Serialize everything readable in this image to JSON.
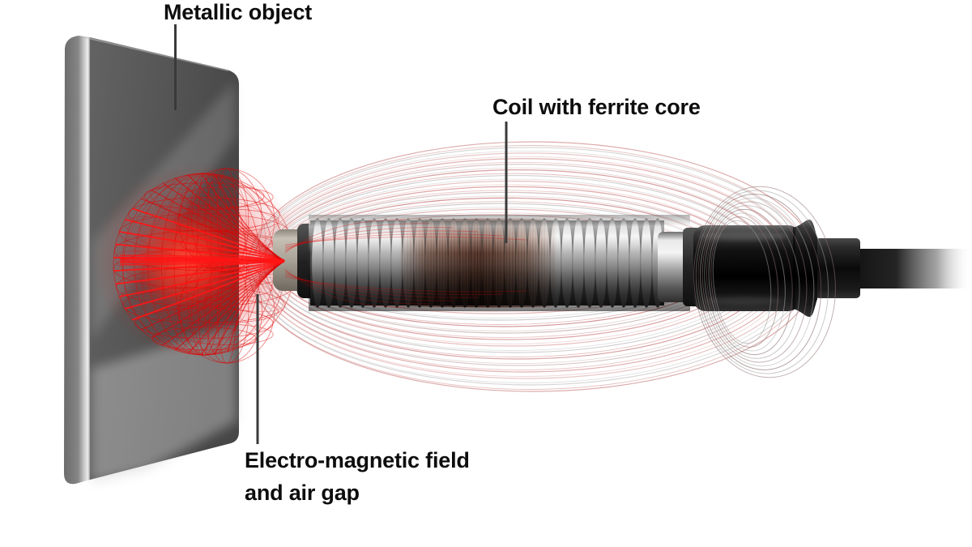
{
  "title": "Inductive proximity sensor electromagnetic field diagram",
  "labels": {
    "metallic_object": "Metallic object",
    "coil": "Coil with ferrite core",
    "field_line1": "Electro-magnetic field",
    "field_line2": "and air gap"
  },
  "colors": {
    "background": "#ffffff",
    "label_text": "#0d0d0d",
    "leader_line": "#3a3a3a",
    "field_red_bright": "#ff1414",
    "field_red": "#e00000",
    "glow_red": "#ff2010",
    "coil_copper": "#7a4026",
    "coil_copper_light": "#a86a4a",
    "sensor_tip_tan": "#b3ab9f",
    "plate_face_gray": "#565656",
    "connector_black": "#0c0c0c",
    "metal_silver": "#f0f0f0"
  },
  "field": {
    "loop_colors": [
      "#cc7a7a",
      "#d99b9b",
      "#b5b5b5",
      "#c06565",
      "#bfa3a3"
    ],
    "connector_loop_colors": [
      "#9c9c9c",
      "#8f7272",
      "#b0b0b0",
      "#7c6060"
    ]
  }
}
